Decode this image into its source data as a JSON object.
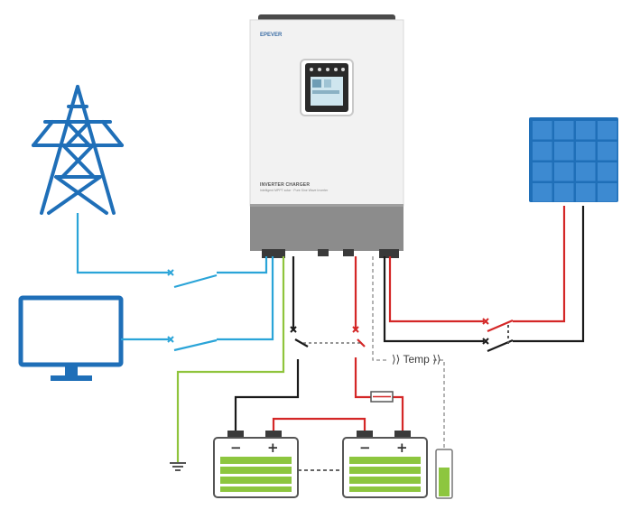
{
  "diagram": {
    "temp_label": "Temp",
    "temp_arrows_left": "⟩⟩",
    "temp_arrows_right": "⟩⟩",
    "battery1": {
      "neg": "−",
      "pos": "+"
    },
    "battery2": {
      "neg": "−",
      "pos": "+"
    },
    "inverter": {
      "brand": "EPEVER",
      "title": "INVERTER CHARGER",
      "subtitle": "Intelligent MPPT solar · Pure Sine Wave Inverter"
    }
  },
  "colors": {
    "grid_blue": "#1f6fb8",
    "wire_blue": "#2aa4d8",
    "wire_red": "#d42727",
    "wire_black": "#1a1a1a",
    "wire_green": "#8fc43c",
    "battery_green": "#8dc63f",
    "battery_frame": "#555555"
  },
  "icons": [
    "transmission-tower-icon",
    "monitor-icon",
    "solar-panel-icon",
    "ground-icon",
    "fuse-icon",
    "battery-icon",
    "temp-sensor-icon"
  ]
}
